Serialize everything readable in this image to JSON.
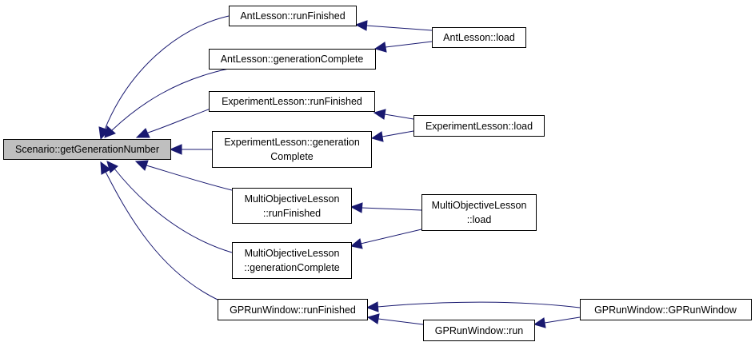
{
  "diagram": {
    "nodes": {
      "root": "Scenario::getGenerationNumber",
      "ant_run": "AntLesson::runFinished",
      "ant_gen": "AntLesson::generationComplete",
      "ant_load": "AntLesson::load",
      "exp_run": "ExperimentLesson::runFinished",
      "exp_gen_1": "ExperimentLesson::generation",
      "exp_gen_2": "Complete",
      "exp_load": "ExperimentLesson::load",
      "mo_run_1": "MultiObjectiveLesson",
      "mo_run_2": "::runFinished",
      "mo_gen_1": "MultiObjectiveLesson",
      "mo_gen_2": "::generationComplete",
      "mo_load_1": "MultiObjectiveLesson",
      "mo_load_2": "::load",
      "gp_run_finished": "GPRunWindow::runFinished",
      "gp_run": "GPRunWindow::run",
      "gp_ctor": "GPRunWindow::GPRunWindow"
    },
    "colors": {
      "edge": "#191970",
      "root_fill": "#bfbfbf",
      "node_fill": "#ffffff",
      "node_border": "#000000"
    }
  }
}
